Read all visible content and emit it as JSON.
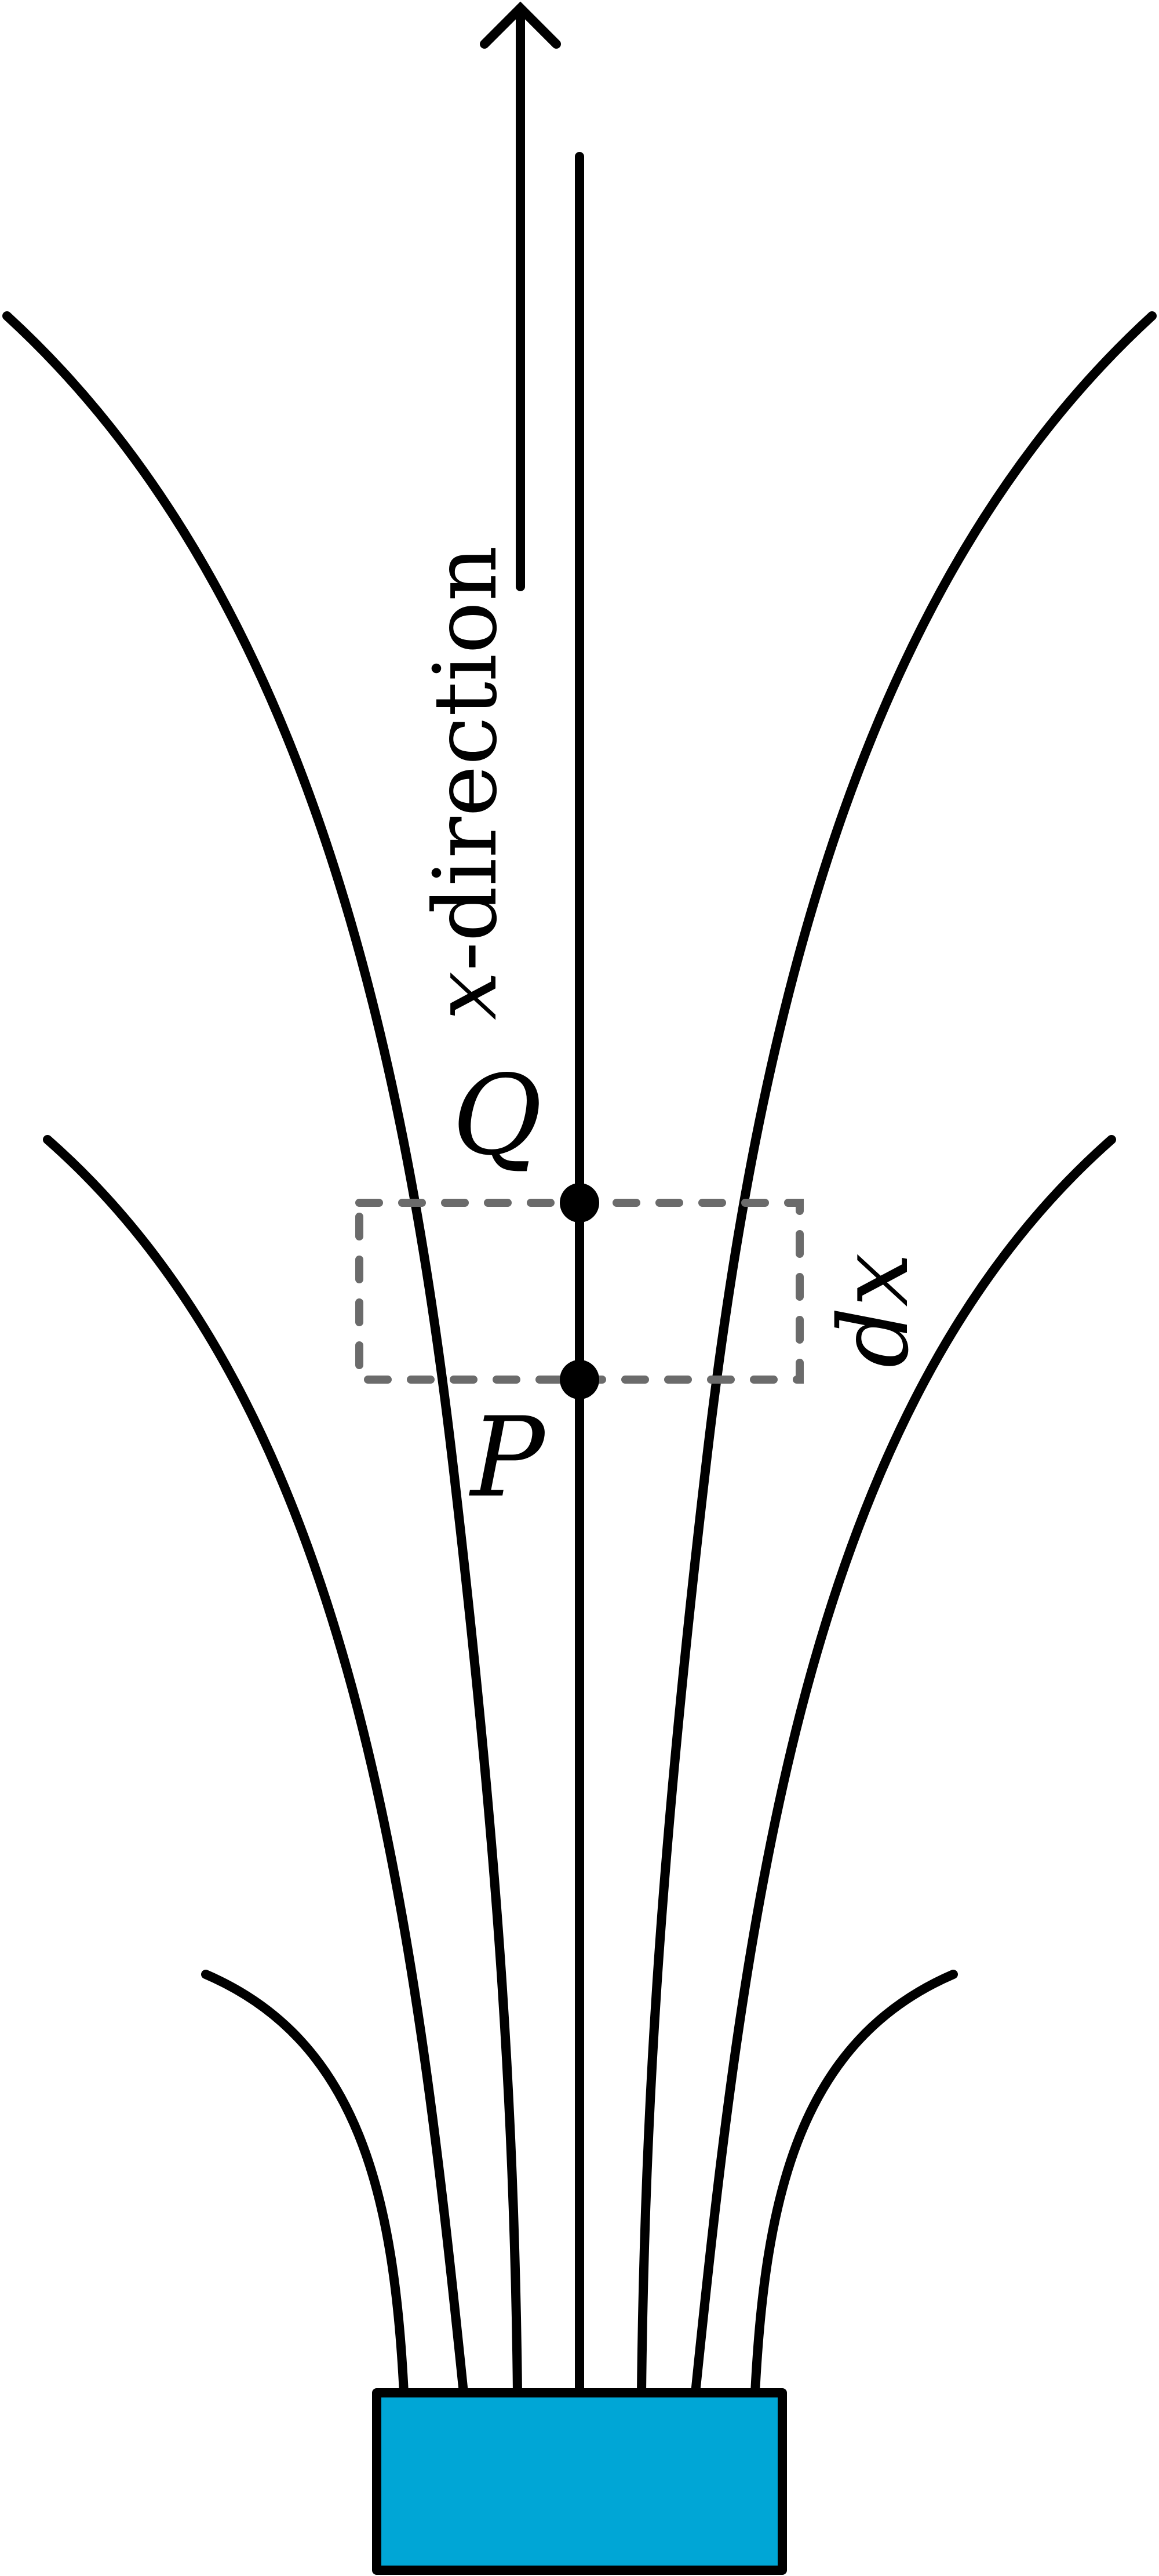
{
  "labels": {
    "direction_var": "x",
    "direction_suffix": "-direction",
    "point_upper": "Q",
    "point_lower": "P",
    "interval_d": "d",
    "interval_var": "x"
  },
  "colors": {
    "source": "#00a6d6",
    "lines": "#000000",
    "box": "#6b6b6b"
  }
}
